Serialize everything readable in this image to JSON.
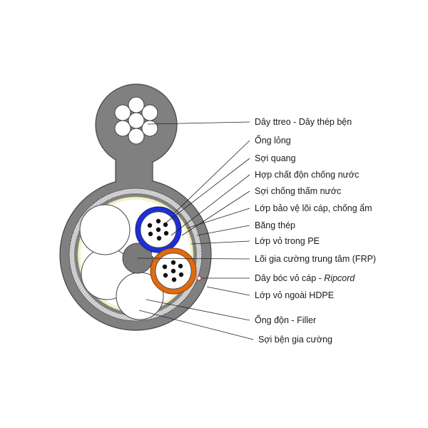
{
  "labels": {
    "messenger": "Dây ttreo - Dây thép bện",
    "loose_tube": "Ống lỏng",
    "fiber": "Sợi quang",
    "filling_compound": "Hợp chất độn chống nước",
    "water_blocking_yarn": "Sợi chống thấm nước",
    "core_protection": "Lớp bảo vệ lõi cáp, chống ẩm",
    "steel_tape": "Băng thép",
    "inner_pe": "Lớp vỏ trong PE",
    "central_member": "Lõi gia cường trung tâm (FRP)",
    "ripcord_prefix": "Dây bóc vỏ cáp - ",
    "ripcord_italic": "Ripcord",
    "outer_hdpe": "Lớp vỏ ngoài HDPE",
    "filler": "Ống độn - Filler",
    "strength_yarn": "Sợi bện gia cường"
  },
  "colors": {
    "jacket": "#808080",
    "steel_tape": "#a0a0a0",
    "yarn_layer": "#f4f1d0",
    "tube_blue": "#1f2fd6",
    "tube_orange": "#e06a10",
    "central": "#7a7a7a",
    "fiber_dot": "#111111"
  }
}
